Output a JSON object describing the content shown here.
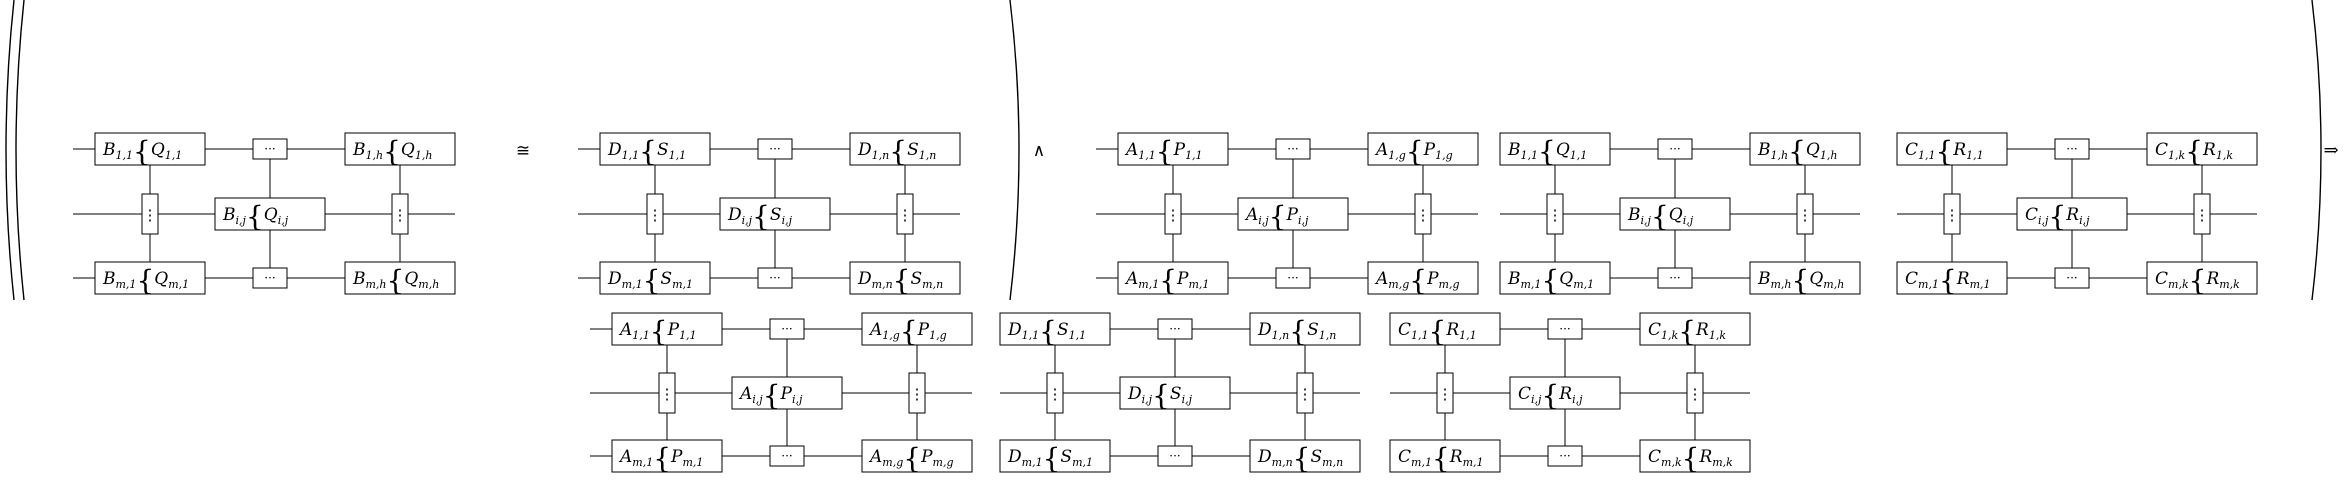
{
  "operators": {
    "congruent": "≅",
    "and": "∧",
    "implies": "⇒"
  },
  "ellipsis": {
    "horizontal": "···",
    "vertical": "⋮"
  },
  "colors": {
    "stroke": "#000000",
    "text": "#000000",
    "background": "#ffffff"
  },
  "circuits": [
    {
      "id": "B-Q",
      "blocks": {
        "top_left": {
          "base": "B",
          "sub": "1,1",
          "qbase": "Q",
          "qsub": "1,1"
        },
        "top_right": {
          "base": "B",
          "sub": "1,h",
          "qbase": "Q",
          "qsub": "1,h"
        },
        "middle": {
          "base": "B",
          "sub": "i,j",
          "qbase": "Q",
          "qsub": "i,j"
        },
        "bot_left": {
          "base": "B",
          "sub": "m,1",
          "qbase": "Q",
          "qsub": "m,1"
        },
        "bot_right": {
          "base": "B",
          "sub": "m,h",
          "qbase": "Q",
          "qsub": "m,h"
        }
      }
    },
    {
      "id": "D-S",
      "blocks": {
        "top_left": {
          "base": "D",
          "sub": "1,1",
          "qbase": "S",
          "qsub": "1,1"
        },
        "top_right": {
          "base": "D",
          "sub": "1,n",
          "qbase": "S",
          "qsub": "1,n"
        },
        "middle": {
          "base": "D",
          "sub": "i,j",
          "qbase": "S",
          "qsub": "i,j"
        },
        "bot_left": {
          "base": "D",
          "sub": "m,1",
          "qbase": "S",
          "qsub": "m,1"
        },
        "bot_right": {
          "base": "D",
          "sub": "m,n",
          "qbase": "S",
          "qsub": "m,n"
        }
      }
    },
    {
      "id": "A-P",
      "blocks": {
        "top_left": {
          "base": "A",
          "sub": "1,1",
          "qbase": "P",
          "qsub": "1,1"
        },
        "top_right": {
          "base": "A",
          "sub": "1,g",
          "qbase": "P",
          "qsub": "1,g"
        },
        "middle": {
          "base": "A",
          "sub": "i,j",
          "qbase": "P",
          "qsub": "i,j"
        },
        "bot_left": {
          "base": "A",
          "sub": "m,1",
          "qbase": "P",
          "qsub": "m,1"
        },
        "bot_right": {
          "base": "A",
          "sub": "m,g",
          "qbase": "P",
          "qsub": "m,g"
        }
      }
    },
    {
      "id": "C-R",
      "blocks": {
        "top_left": {
          "base": "C",
          "sub": "1,1",
          "qbase": "R",
          "qsub": "1,1"
        },
        "top_right": {
          "base": "C",
          "sub": "1,k",
          "qbase": "R",
          "qsub": "1,k"
        },
        "middle": {
          "base": "C",
          "sub": "i,j",
          "qbase": "R",
          "qsub": "i,j"
        },
        "bot_left": {
          "base": "C",
          "sub": "m,1",
          "qbase": "R",
          "qsub": "m,1"
        },
        "bot_right": {
          "base": "C",
          "sub": "m,k",
          "qbase": "R",
          "qsub": "m,k"
        }
      }
    }
  ],
  "rows": [
    {
      "id": "upper-left-row",
      "circuits": [
        "B-Q"
      ]
    },
    {
      "id": "upper-mid-row",
      "circuits": [
        "D-S"
      ]
    },
    {
      "id": "upper-right-row",
      "circuits": [
        "A-P",
        "B-Q",
        "C-R"
      ]
    },
    {
      "id": "lower-row",
      "circuits": [
        "A-P",
        "D-S",
        "C-R"
      ]
    }
  ]
}
